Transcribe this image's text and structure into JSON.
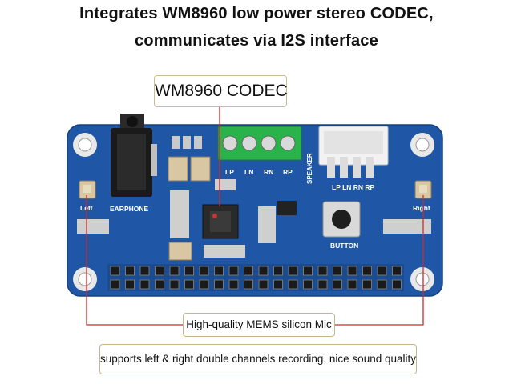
{
  "headline": {
    "line1": "Integrates WM8960 low power stereo CODEC,",
    "line2": "communicates via I2S interface"
  },
  "callouts": {
    "codec": "WM8960   CODEC",
    "mic": "High-quality MEMS silicon Mic",
    "quality": "supports left & right double channels recording, nice sound quality"
  },
  "board_labels": {
    "earphone": "EARPHONE",
    "left": "Left",
    "right": "Right",
    "speaker": "SPEAKER",
    "button": "BUTTON",
    "terminal_pins": [
      "LP",
      "LN",
      "RN",
      "RP"
    ],
    "header_pins": "LP LN RN RP"
  },
  "colors": {
    "pcb": "#1f57a6",
    "callout_line": "#d02a2a",
    "terminal": "#29b34a"
  }
}
